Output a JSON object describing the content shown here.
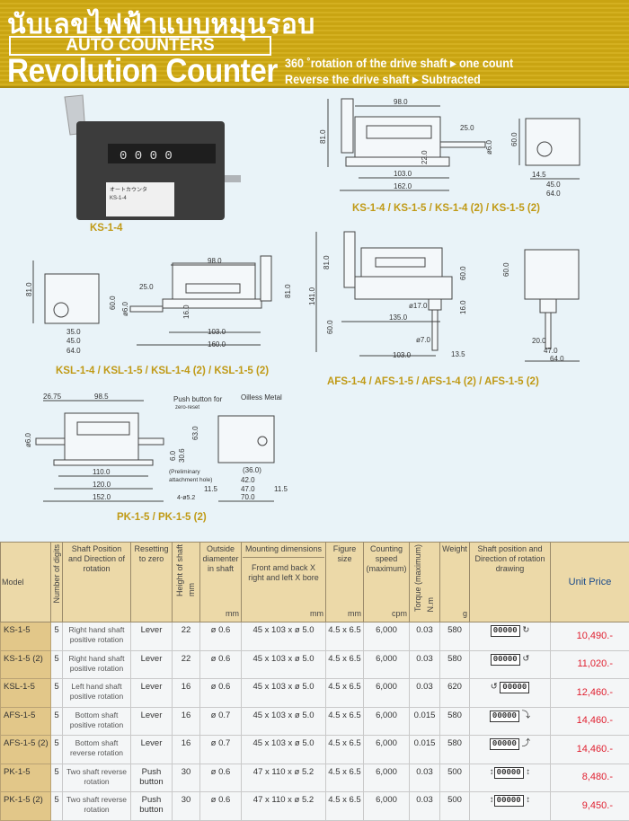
{
  "header": {
    "thai_title": "นับเลขไฟฟ้าแบบหมุนรอบ",
    "badge": "AUTO COUNTERS",
    "title": "Revolution Counter",
    "line1": "360 ˚rotation of the drive shaft  ▸ one count",
    "line2": "Reverse the drive shaft  ▸ Subtracted"
  },
  "photo": {
    "caption": "KS-1-4",
    "display": "0 0 0 0",
    "label1": "オートカウンタ",
    "label2": "KS-1-4"
  },
  "drawings": {
    "ks": {
      "caption": "KS-1-4 / KS-1-5 / KS-1-4 (2) / KS-1-5 (2)",
      "dims": [
        "98.0",
        "81.0",
        "25.0",
        "22.0",
        "ø6.0",
        "103.0",
        "162.0",
        "60.0",
        "14.5",
        "45.0",
        "64.0"
      ]
    },
    "ksl": {
      "caption": "KSL-1-4 / KSL-1-5 / KSL-1-4 (2) / KSL-1-5 (2)",
      "dims": [
        "81.0",
        "60.0",
        "35.0",
        "45.0",
        "64.0",
        "98.0",
        "25.0",
        "ø6.0",
        "16.0",
        "103.0",
        "160.0",
        "81.0"
      ]
    },
    "afs": {
      "caption": "AFS-1-4 / AFS-1-5 / AFS-1-4 (2) / AFS-1-5 (2)",
      "dims": [
        "81.0",
        "141.0",
        "60.0",
        "60.0",
        "ø17.0",
        "16.0",
        "135.0",
        "ø7.0",
        "103.0",
        "13.5",
        "60.0",
        "20.0",
        "47.0",
        "64.0"
      ]
    },
    "pk": {
      "caption": "PK-1-5 / PK-1-5 (2)",
      "dims": [
        "26.75",
        "98.5",
        "ø6.0",
        "63.0",
        "6.0",
        "30.6",
        "110.0",
        "120.0",
        "152.0",
        "(36.0)",
        "42.0",
        "11.5",
        "47.0",
        "11.5",
        "70.0"
      ],
      "notes": [
        "Push button for",
        "zero-reset",
        "Oilless Metal",
        "(Preliminary",
        "attachment hole)",
        "4-ø5.2"
      ]
    }
  },
  "table": {
    "headers": {
      "model": "Model",
      "digits": "Number of digits",
      "shaft": "Shaft Position and Direction of rotation",
      "reset": "Resetting to zero",
      "height": "Height of shaft",
      "height_unit": "mm",
      "outside": "Outside diamenter in shaft",
      "outside_unit": "mm",
      "mounting": "Mounting dimensions",
      "mounting_sub": "Front amd back X right and left  X bore",
      "mounting_unit": "mm",
      "figure": "Figure size",
      "figure_unit": "mm",
      "speed": "Counting speed (maximum)",
      "speed_unit": "cpm",
      "torque": "Torque (maximum)",
      "torque_unit": "N.m",
      "weight": "Weight",
      "weight_unit": "g",
      "drawing": "Shaft position and Direction of rotation drawing",
      "price": "Unit Price"
    },
    "rows": [
      {
        "model": "KS-1-5",
        "digits": "5",
        "shaft": "Right hand shaft positive rotation",
        "reset": "Lever",
        "height": "22",
        "outside": "ø 0.6",
        "mounting": "45 x 103 x ø 5.0",
        "figure": "4.5 x 6.5",
        "speed": "6,000",
        "torque": "0.03",
        "weight": "580",
        "icon": "right-shaft-positive",
        "price": "10,490.-"
      },
      {
        "model": "KS-1-5 (2)",
        "digits": "5",
        "shaft": "Right hand shaft positive rotation",
        "reset": "Lever",
        "height": "22",
        "outside": "ø 0.6",
        "mounting": "45 x 103 x ø 5.0",
        "figure": "4.5 x 6.5",
        "speed": "6,000",
        "torque": "0.03",
        "weight": "580",
        "icon": "right-shaft-reverse",
        "price": "11,020.-"
      },
      {
        "model": "KSL-1-5",
        "digits": "5",
        "shaft": "Left hand shaft positive rotation",
        "reset": "Lever",
        "height": "16",
        "outside": "ø 0.6",
        "mounting": "45 x 103 x ø 5.0",
        "figure": "4.5 x 6.5",
        "speed": "6,000",
        "torque": "0.03",
        "weight": "620",
        "icon": "left-shaft-positive",
        "price": "12,460.-"
      },
      {
        "model": "AFS-1-5",
        "digits": "5",
        "shaft": "Bottom shaft positive rotation",
        "reset": "Lever",
        "height": "16",
        "outside": "ø 0.7",
        "mounting": "45 x 103 x ø 5.0",
        "figure": "4.5 x 6.5",
        "speed": "6,000",
        "torque": "0.015",
        "weight": "580",
        "icon": "bottom-shaft-positive",
        "price": "14,460.-"
      },
      {
        "model": "AFS-1-5 (2)",
        "digits": "5",
        "shaft": "Bottom shaft reverse rotation",
        "reset": "Lever",
        "height": "16",
        "outside": "ø 0.7",
        "mounting": "45 x 103 x ø 5.0",
        "figure": "4.5 x 6.5",
        "speed": "6,000",
        "torque": "0.015",
        "weight": "580",
        "icon": "bottom-shaft-reverse",
        "price": "14,460.-"
      },
      {
        "model": "PK-1-5",
        "digits": "5",
        "shaft": "Two shaft reverse rotation",
        "reset": "Push button",
        "height": "30",
        "outside": "ø 0.6",
        "mounting": "47 x 110 x ø 5.2",
        "figure": "4.5 x 6.5",
        "speed": "6,000",
        "torque": "0.03",
        "weight": "500",
        "icon": "two-shaft",
        "price": "8,480.-"
      },
      {
        "model": "PK-1-5 (2)",
        "digits": "5",
        "shaft": "Two shaft reverse rotation",
        "reset": "Push button",
        "height": "30",
        "outside": "ø 0.6",
        "mounting": "47 x 110 x ø 5.2",
        "figure": "4.5 x 6.5",
        "speed": "6,000",
        "torque": "0.03",
        "weight": "500",
        "icon": "two-shaft",
        "price": "9,450.-"
      }
    ],
    "icon_digits": "00000"
  }
}
